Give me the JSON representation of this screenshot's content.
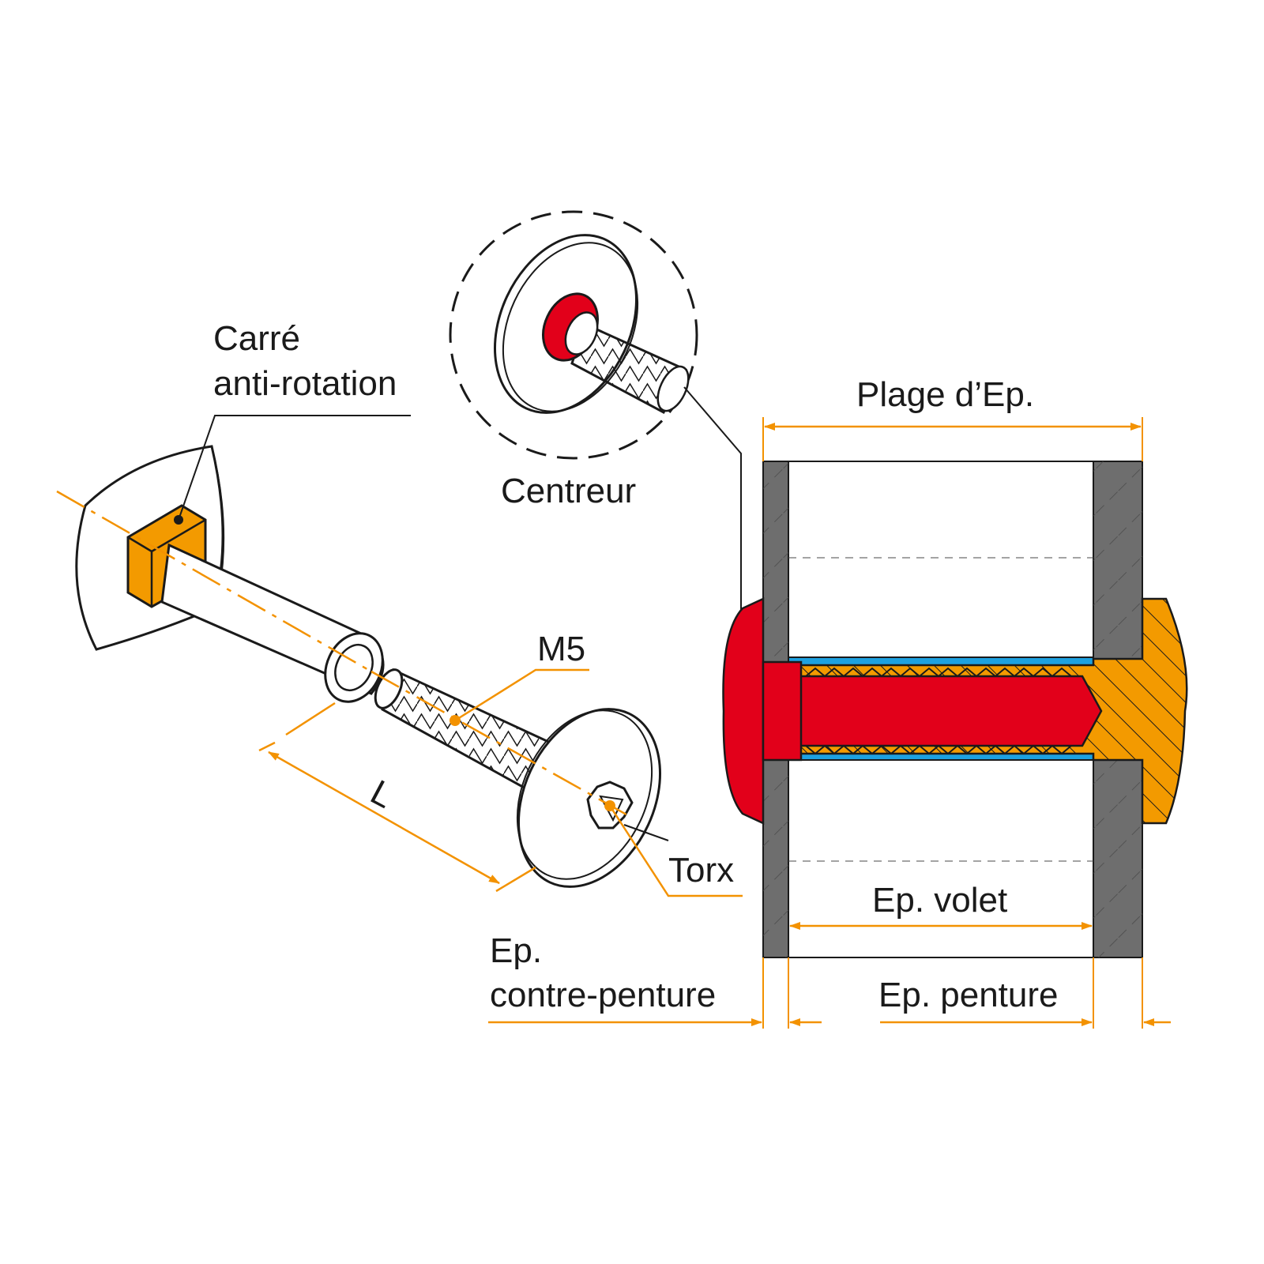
{
  "labels": {
    "carre_line1": "Carré",
    "carre_line2": "anti-rotation",
    "centreur": "Centreur",
    "m5": "M5",
    "l": "L",
    "torx": "Torx",
    "plage": "Plage d’Ep.",
    "ep_volet": "Ep. volet",
    "ep_contre_line1": "Ep.",
    "ep_contre_line2": "contre-penture",
    "ep_penture": "Ep. penture"
  },
  "colors": {
    "annotation_orange": "#f39200",
    "screw_red": "#e2001a",
    "nut_orange": "#f39a00",
    "sleeve_blue": "#1da1e0",
    "board_gray": "#6e6e6e",
    "line_black": "#1a1a1a"
  }
}
